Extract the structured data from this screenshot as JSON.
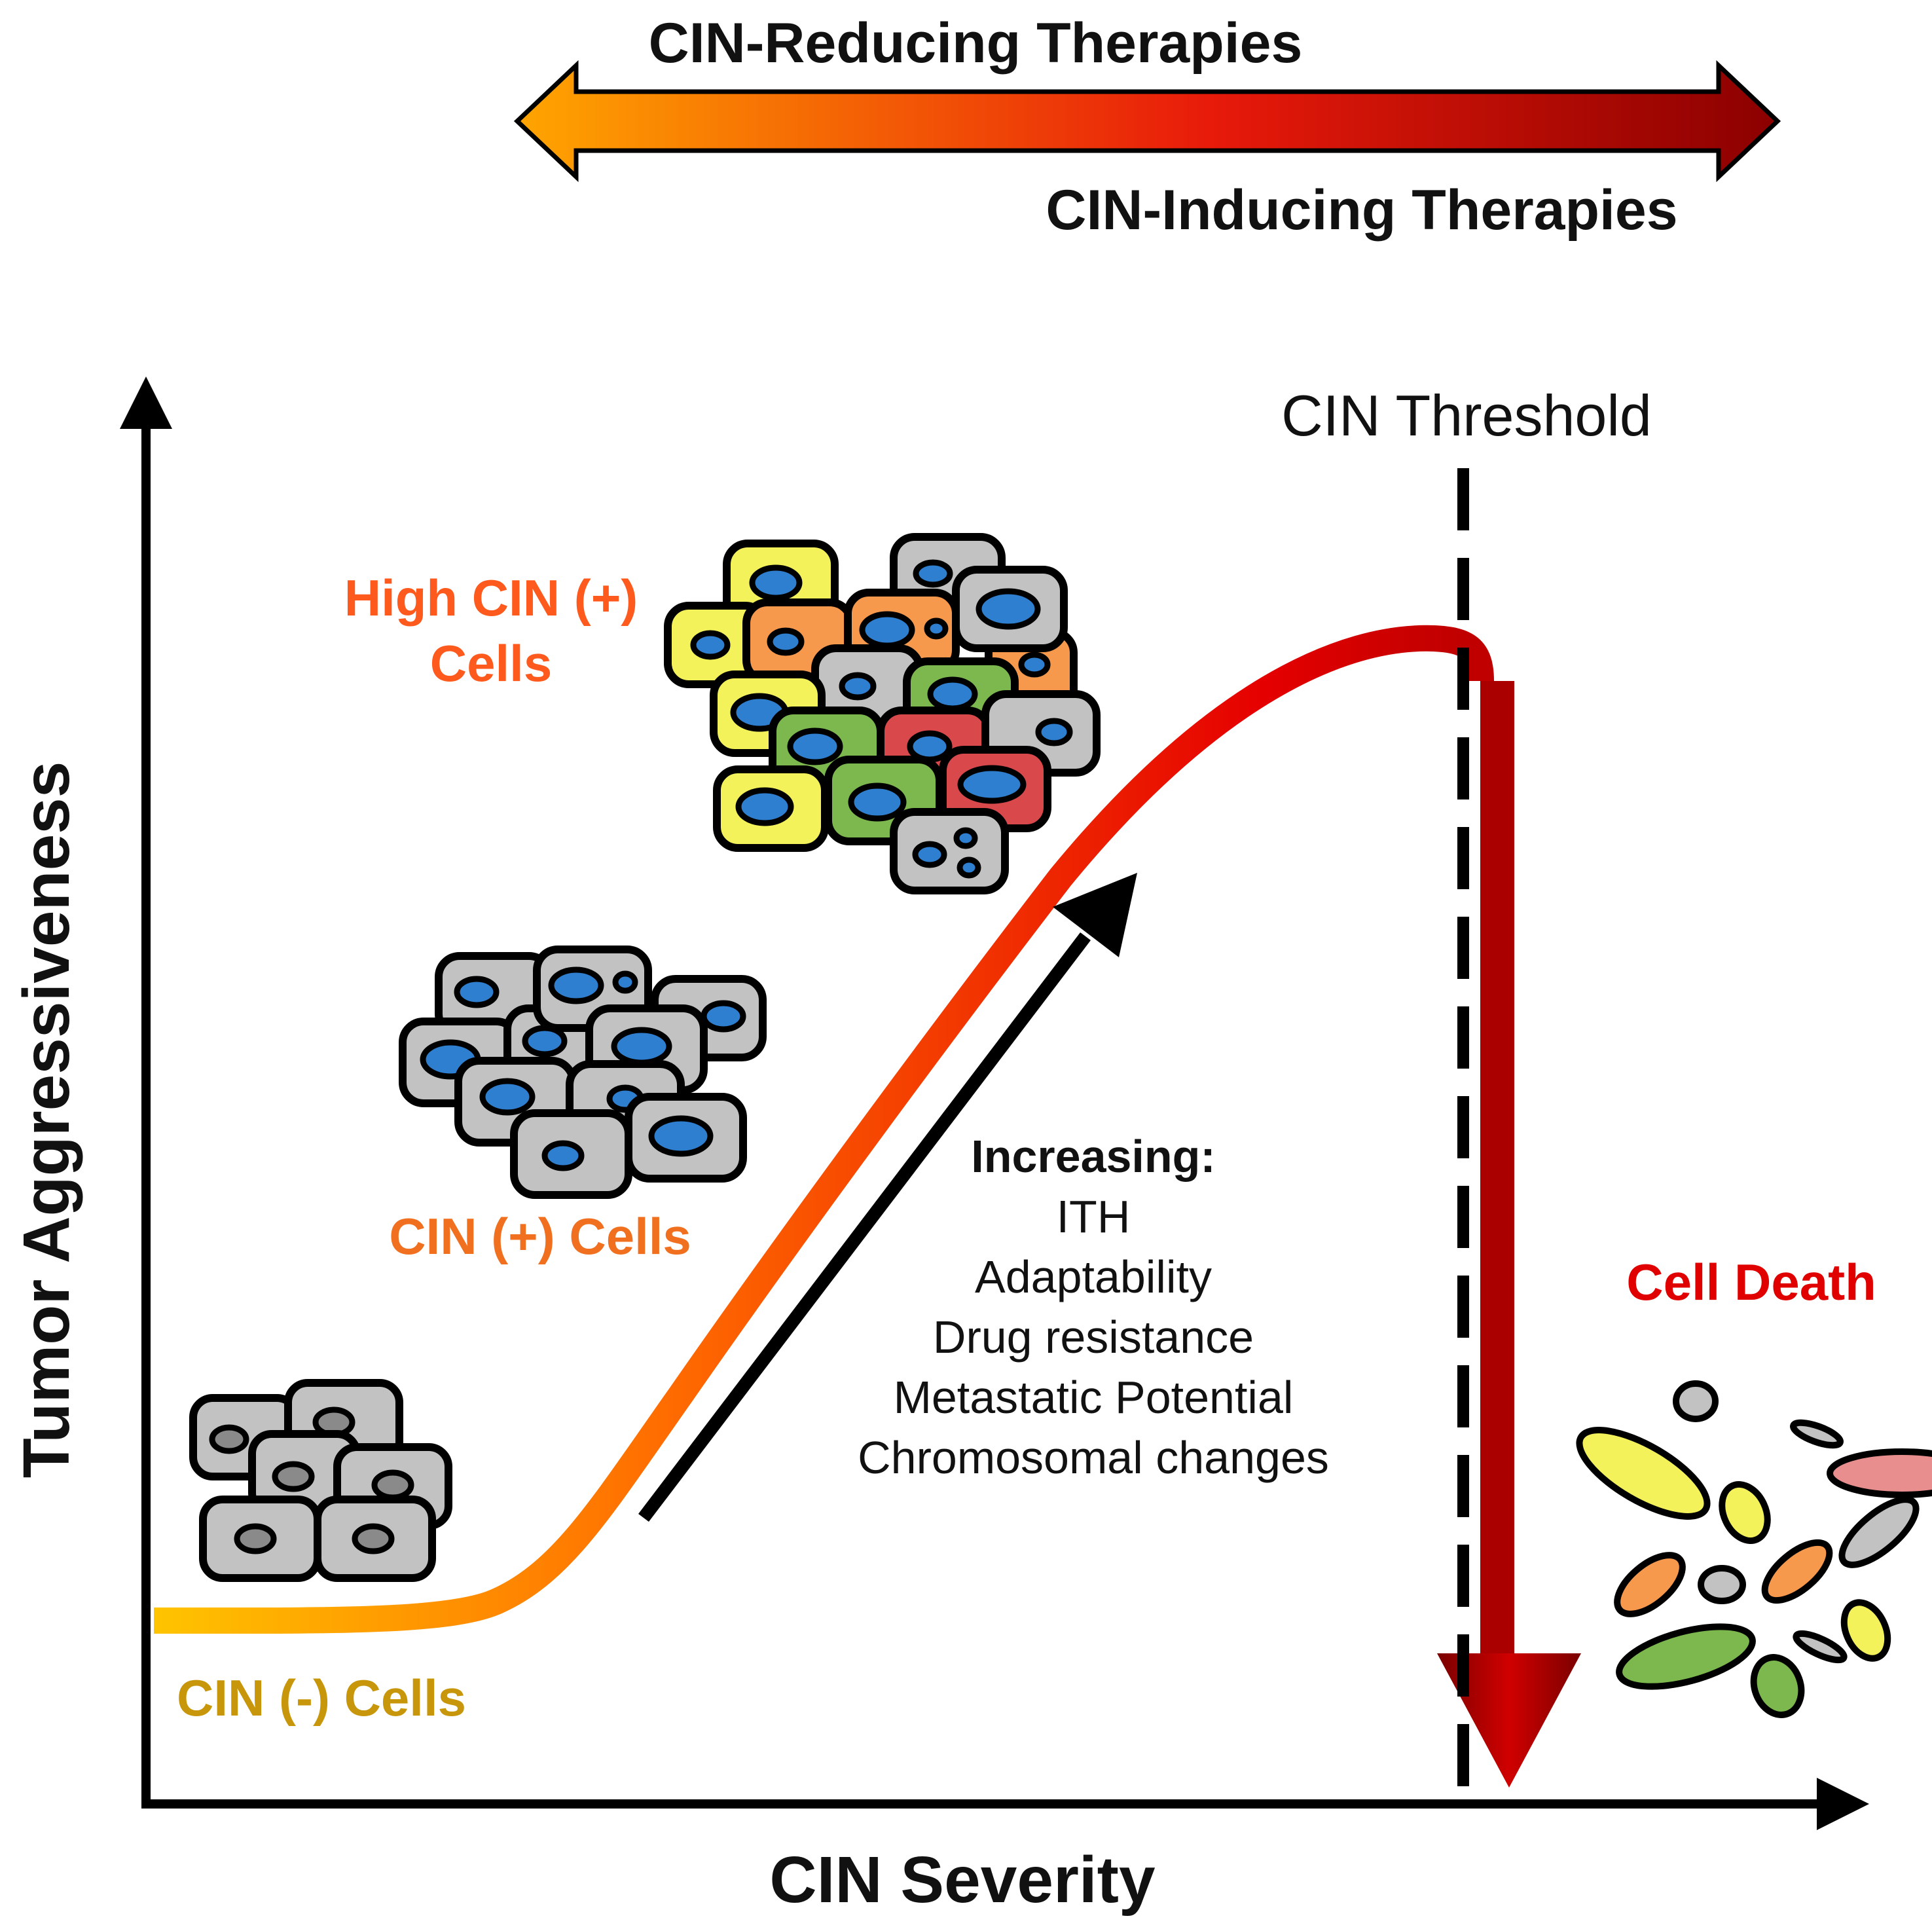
{
  "therapies": {
    "reducing_label": "CIN-Reducing Therapies",
    "inducing_label": "CIN-Inducing Therapies"
  },
  "axes": {
    "y_label": "Tumor Aggressiveness",
    "x_label": "CIN Severity"
  },
  "threshold": {
    "label": "CIN Threshold"
  },
  "groups": {
    "cin_negative": "CIN (-) Cells",
    "cin_positive": "CIN (+) Cells",
    "high_cin_line1": "High CIN (+)",
    "high_cin_line2": "Cells",
    "cell_death": "Cell Death"
  },
  "increasing": {
    "header": "Increasing:",
    "items": [
      "ITH",
      "Adaptability",
      "Drug resistance",
      "Metastatic Potential",
      "Chromosomal changes"
    ]
  },
  "colors": {
    "orange_light": "#FFA500",
    "red_dark": "#8B0000",
    "curve_start": "#FFC400",
    "curve_mid": "#FF6A00",
    "curve_end": "#E50000",
    "death_arrow": "#AA0000",
    "label_yellow": "#C8960A",
    "label_orange": "#F07020",
    "label_high": "#FF5A1E",
    "label_red": "#E00000",
    "cell_gray": "#C2C2C2",
    "cell_yellow": "#F4F25A",
    "cell_orange": "#F7994C",
    "cell_green": "#7CB84E",
    "cell_red": "#D9484A",
    "cell_pink": "#E98E8E",
    "nucleus_blue": "#2E7FD0",
    "nucleus_gray": "#8A8A8A"
  }
}
